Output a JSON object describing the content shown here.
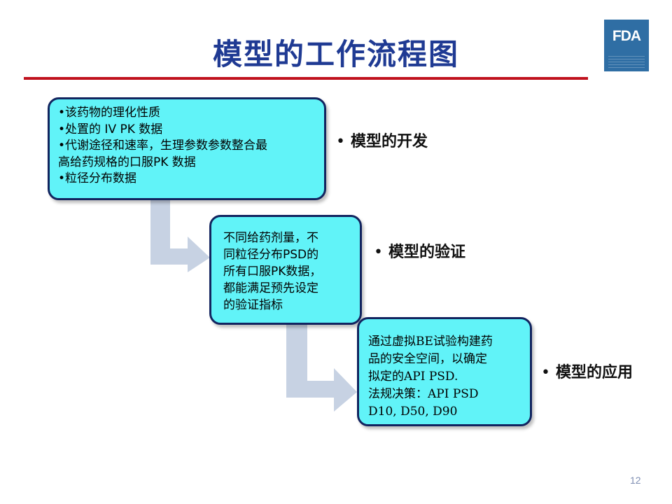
{
  "title": "模型的工作流程图",
  "logo": {
    "text": "FDA"
  },
  "steps": [
    {
      "lines": [
        "•该药物的理化性质",
        "•处置的 IV PK 数据",
        "•代谢途径和速率，生理参数参数整合最",
        "高给药规格的口服PK 数据",
        "•粒径分布数据"
      ],
      "label": "模型的开发"
    },
    {
      "lines": [
        "不同给药剂量，不",
        "同粒径分布PSD的",
        "所有口服PK数据，",
        "都能满足预先设定",
        "的验证指标"
      ],
      "label": "模型的验证"
    },
    {
      "lines": [
        "通过虚拟BE试验构建药",
        "品的安全空间，以确定",
        "拟定的API PSD.",
        "法规决策：API PSD",
        "D10, D50, D90"
      ],
      "label": "模型的应用"
    }
  ],
  "bullet_glyph": "•",
  "page_number": "12",
  "colors": {
    "title": "#1f3a93",
    "rule": "#c0121e",
    "box_fill": "#61f3f8",
    "box_border": "#12245f",
    "arrow": "#c7d2e3"
  }
}
